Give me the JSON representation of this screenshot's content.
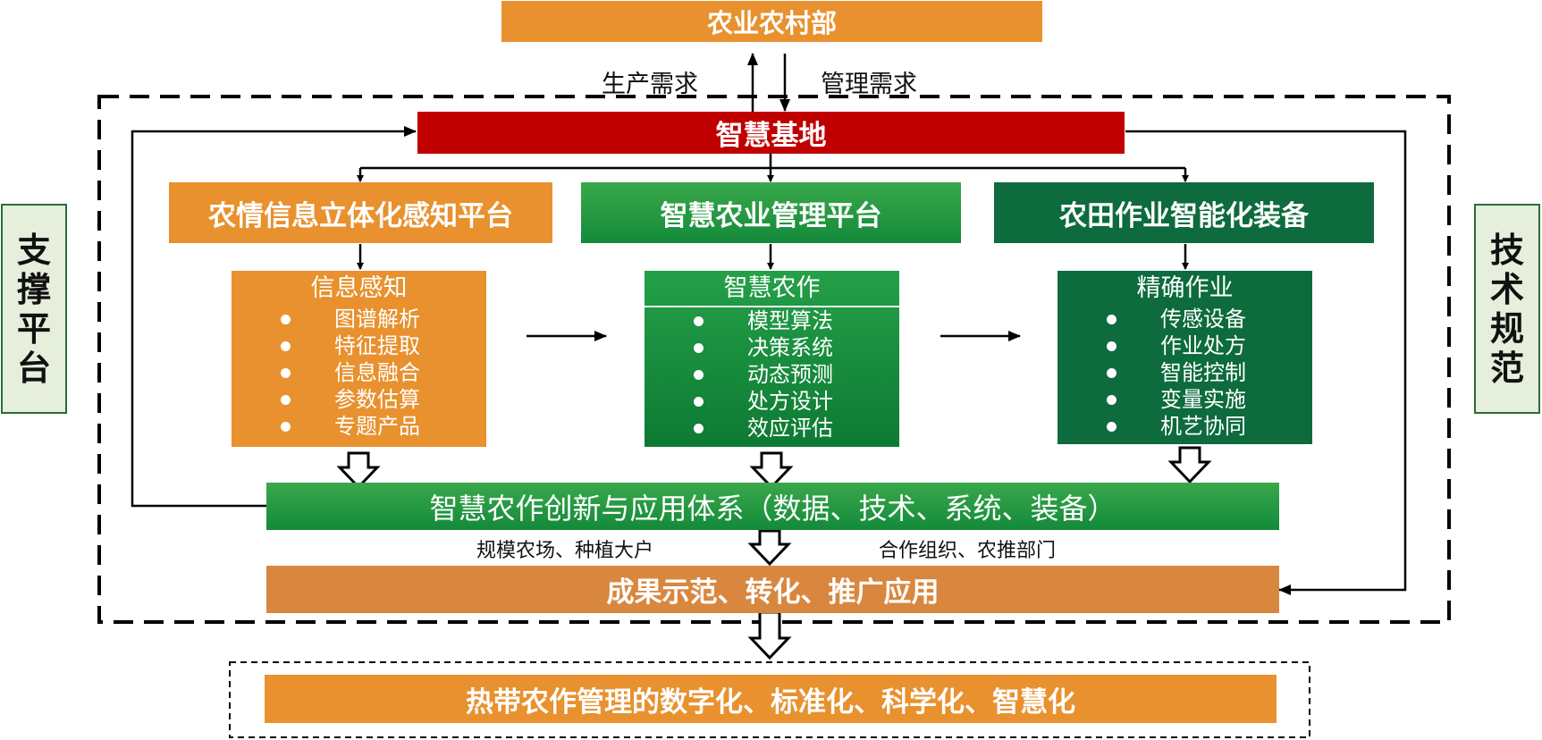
{
  "top_box": "农业农村部",
  "flow_labels": {
    "left": "生产需求",
    "right": "管理需求"
  },
  "base": "智慧基地",
  "side_left": [
    "支",
    "撑",
    "平",
    "台"
  ],
  "side_right": [
    "技",
    "术",
    "规",
    "范"
  ],
  "platforms": [
    {
      "title": "农情信息立体化感知平台"
    },
    {
      "title": "智慧农业管理平台"
    },
    {
      "title": "农田作业智能化装备"
    }
  ],
  "panels": [
    {
      "title": "信息感知",
      "items": [
        "图谱解析",
        "特征提取",
        "信息融合",
        "参数估算",
        "专题产品"
      ]
    },
    {
      "title": "智慧农作",
      "items": [
        "模型算法",
        "决策系统",
        "动态预测",
        "处方设计",
        "效应评估"
      ]
    },
    {
      "title": "精确作业",
      "items": [
        "传感设备",
        "作业处方",
        "智能控制",
        "变量实施",
        "机艺协同"
      ]
    }
  ],
  "system_bar": "智慧农作创新与应用体系（数据、技术、系统、装备）",
  "users": {
    "left": "规模农场、种植大户",
    "right": "合作组织、农推部门"
  },
  "results_bar": "成果示范、转化、推广应用",
  "bottom_bar": "热带农作管理的数字化、标准化、科学化、智慧化",
  "colors": {
    "orange": "#e8912e",
    "red": "#c00000",
    "green": "#1f9b45",
    "dark_green": "#0d6b3d",
    "results_orange": "#d9873f",
    "side_bg": "#e6eedc"
  }
}
